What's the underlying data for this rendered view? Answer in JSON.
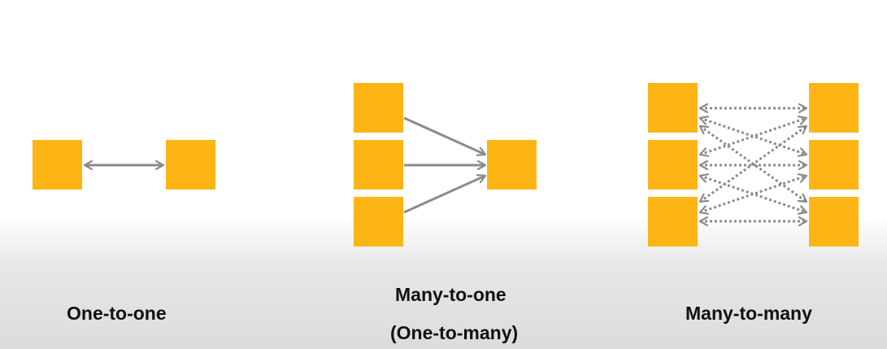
{
  "colors": {
    "box": "#FDB515",
    "arrow": "#8C8C8C",
    "text": "#111111"
  },
  "panels": [
    {
      "caption": "One-to-one",
      "subcaption": ""
    },
    {
      "caption": "Many-to-one",
      "subcaption": "(One-to-many)"
    },
    {
      "caption": "Many-to-many",
      "subcaption": ""
    }
  ]
}
